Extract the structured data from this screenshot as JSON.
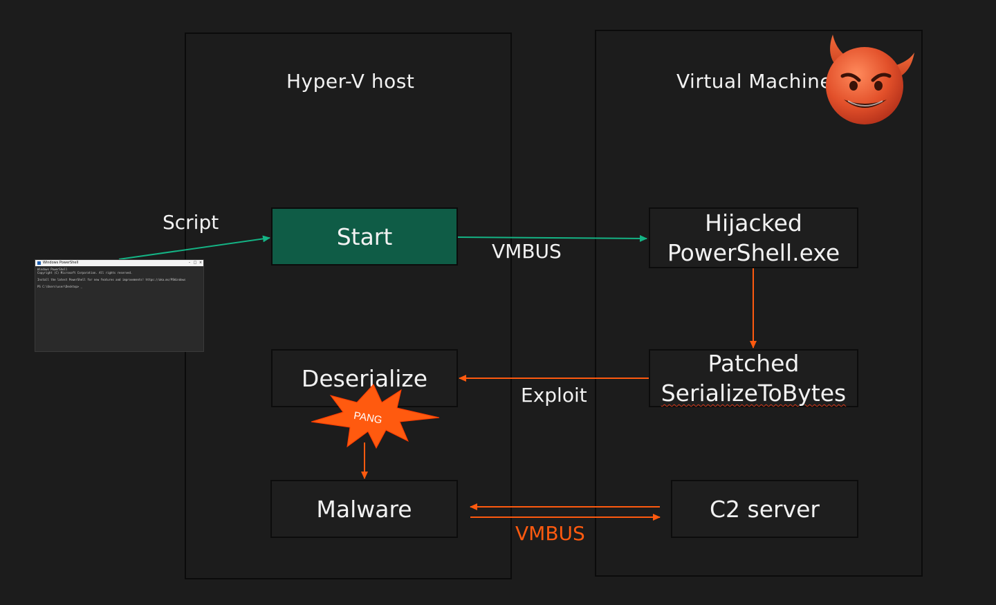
{
  "regions": {
    "host_title": "Hyper-V host",
    "vm_title": "Virtual Machine"
  },
  "nodes": {
    "start": "Start",
    "hijacked_line1": "Hijacked",
    "hijacked_line2": "PowerShell.exe",
    "deserialize": "Deserialize",
    "patched_line1": "Patched",
    "patched_line2": "SerializeToBytes",
    "malware": "Malware",
    "c2": "C2 server"
  },
  "labels": {
    "script": "Script",
    "vmbus_top": "VMBUS",
    "exploit": "Exploit",
    "vmbus_bottom": "VMBUS",
    "pang": "PANG"
  },
  "terminal": {
    "title": "Windows PowerShell",
    "lines": [
      "Windows PowerShell",
      "Copyright (C) Microsoft Corporation. All rights reserved.",
      "",
      "Install the latest PowerShell for new features and improvements! https://aka.ms/PSWindows",
      "",
      "PS C:\\Users\\user\\Desktop> _"
    ]
  },
  "icons": {
    "devil": "smiling-devil-icon",
    "explosion": "explosion-burst-icon"
  },
  "colors": {
    "background": "#1c1c1c",
    "start_fill": "#0f5c46",
    "green_arrow": "#14b485",
    "orange": "#ff5a0f"
  }
}
